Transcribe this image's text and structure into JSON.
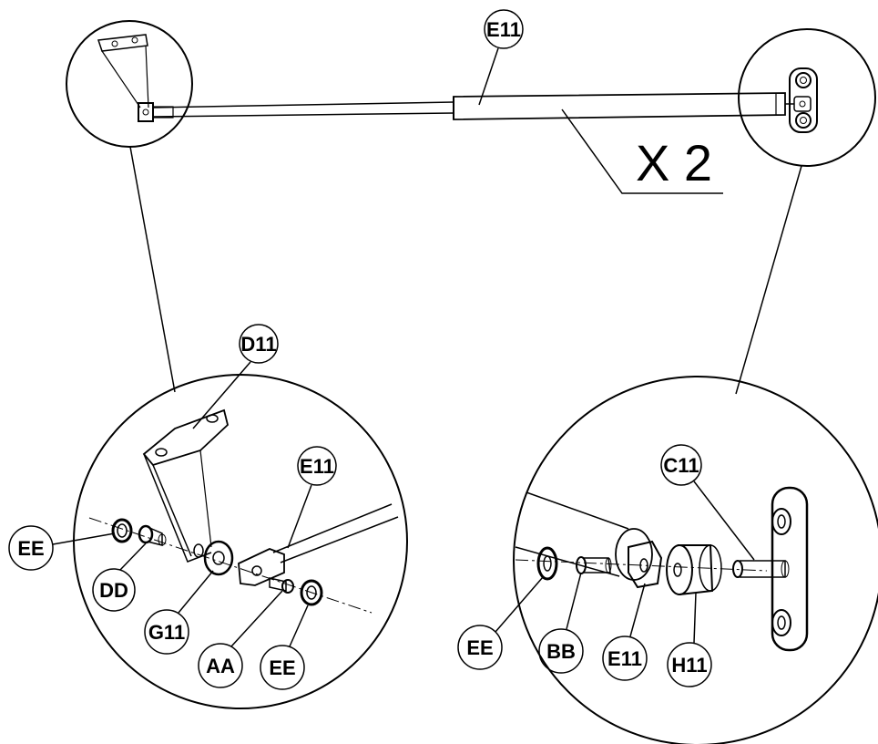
{
  "labels": {
    "e11_top": "E11",
    "quantity": "X 2",
    "d11": "D11",
    "e11_left": "E11",
    "ee_left1": "EE",
    "dd": "DD",
    "g11": "G11",
    "aa": "AA",
    "ee_left2": "EE",
    "c11": "C11",
    "ee_right": "EE",
    "bb": "BB",
    "e11_right": "E11",
    "h11": "H11"
  }
}
